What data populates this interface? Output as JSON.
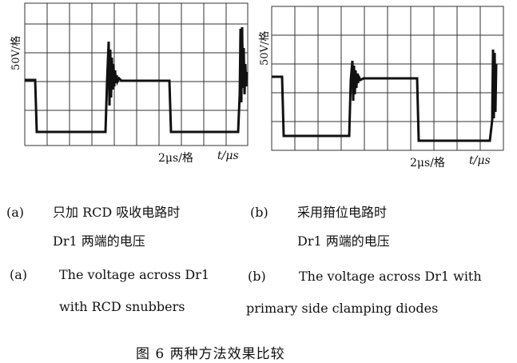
{
  "figure": {
    "panel_a": {
      "y_scale": "50V/格",
      "x_scale": "2μs/格",
      "x_unit": "t/μs"
    },
    "panel_b": {
      "y_scale": "50V/格",
      "x_scale": "2μs/格",
      "x_unit": "t/μs"
    },
    "captions": {
      "a_label": "(a)",
      "a_cn_line1": "只加 RCD 吸收电路时",
      "a_cn_line2": "Dr1 两端的电压",
      "b_label": "(b)",
      "b_cn_line1": "采用箝位电路时",
      "b_cn_line2": "Dr1 两端的电压",
      "a_en_label": "(a)",
      "a_en_line1": "The voltage across Dr1",
      "a_en_line2": "with RCD snubbers",
      "b_en_label": "(b)",
      "b_en_line1": "The voltage across Dr1 with",
      "b_en_line2": "primary side clamping diodes"
    },
    "title": "图 6    两种方法效果比较"
  }
}
